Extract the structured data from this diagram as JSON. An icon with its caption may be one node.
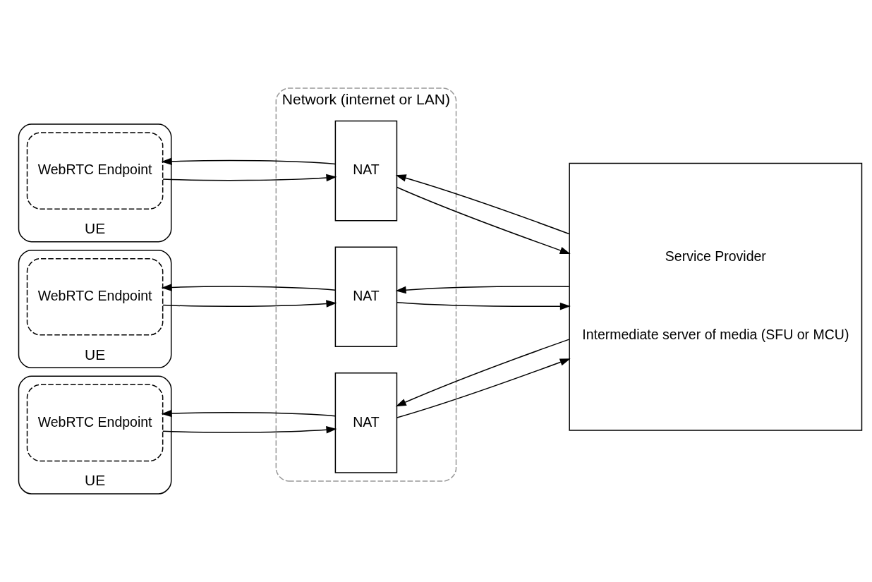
{
  "diagram": {
    "nodes": [
      {
        "text": [
          "Network (internet or LAN)"
        ]
      },
      {
        "text": [
          "UE"
        ]
      },
      {
        "text": [
          "WebRTC Endpoint"
        ],
        "in": 1
      },
      {
        "text": [
          "UE"
        ]
      },
      {
        "text": [
          "WebRTC Endpoint"
        ],
        "in": 3
      },
      {
        "text": [
          "UE"
        ]
      },
      {
        "text": [
          "WebRTC Endpoint"
        ],
        "in": 5
      },
      {
        "text": [
          "NAT"
        ],
        "in": 0
      },
      {
        "text": [
          "NAT"
        ],
        "in": 0
      },
      {
        "text": [
          "NAT"
        ],
        "in": 0
      },
      {
        "text": [
          "Service Provider",
          "Intermediate server of media (SFU or MCU)"
        ]
      }
    ],
    "edges": [
      {
        "from": 2,
        "to": 7,
        "arrow": "to"
      },
      {
        "from": 7,
        "to": 2,
        "arrow": "to"
      },
      {
        "from": 7,
        "to": 10,
        "arrow": "to"
      },
      {
        "from": 10,
        "to": 7,
        "arrow": "to"
      },
      {
        "from": 4,
        "to": 8,
        "arrow": "to"
      },
      {
        "from": 8,
        "to": 4,
        "arrow": "to"
      },
      {
        "from": 8,
        "to": 10,
        "arrow": "to"
      },
      {
        "from": 10,
        "to": 8,
        "arrow": "to"
      },
      {
        "from": 6,
        "to": 9,
        "arrow": "to"
      },
      {
        "from": 9,
        "to": 6,
        "arrow": "to"
      },
      {
        "from": 9,
        "to": 10,
        "arrow": "to"
      },
      {
        "from": 10,
        "to": 9,
        "arrow": "to"
      }
    ]
  }
}
